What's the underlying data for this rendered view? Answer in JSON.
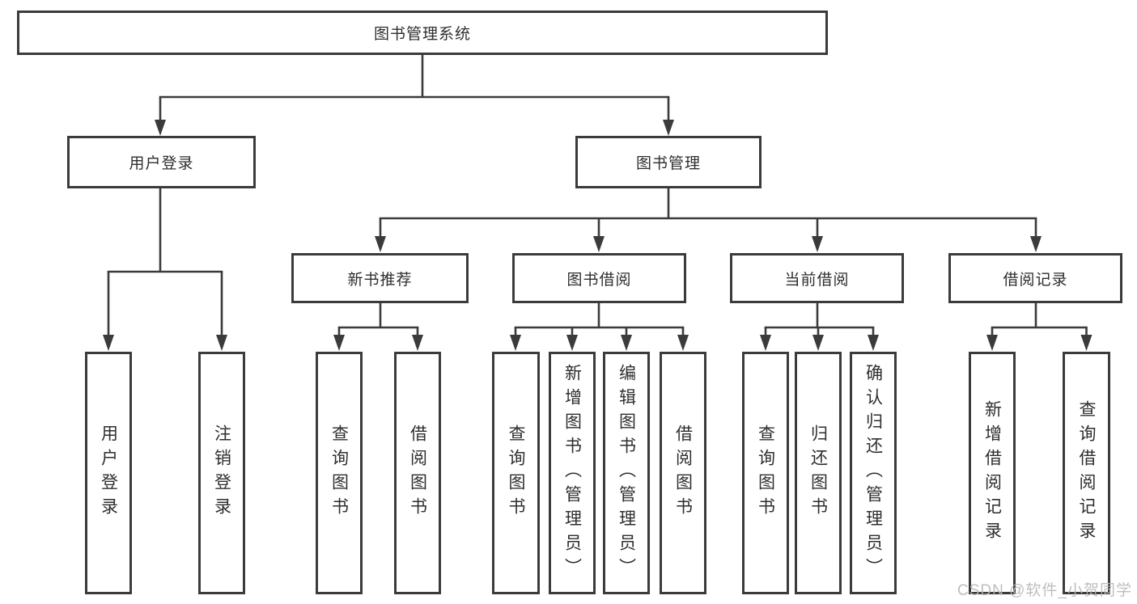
{
  "diagram": {
    "root": {
      "label": "图书管理系统",
      "children": [
        {
          "label": "用户登录",
          "children": [
            {
              "label": "用户登录"
            },
            {
              "label": "注销登录"
            }
          ]
        },
        {
          "label": "图书管理",
          "children": [
            {
              "label": "新书推荐",
              "children": [
                {
                  "label": "查询图书"
                },
                {
                  "label": "借阅图书"
                }
              ]
            },
            {
              "label": "图书借阅",
              "children": [
                {
                  "label": "查询图书"
                },
                {
                  "label": "新增图书（管理员）"
                },
                {
                  "label": "编辑图书（管理员）"
                },
                {
                  "label": "借阅图书"
                }
              ]
            },
            {
              "label": "当前借阅",
              "children": [
                {
                  "label": "查询图书"
                },
                {
                  "label": "归还图书"
                },
                {
                  "label": "确认归还（管理员）"
                }
              ]
            },
            {
              "label": "借阅记录",
              "children": [
                {
                  "label": "新增借阅记录"
                },
                {
                  "label": "查询借阅记录"
                }
              ]
            }
          ]
        }
      ]
    }
  },
  "watermark": {
    "text": "CSDN @软件_小贺同学"
  },
  "colors": {
    "line": "#3b3b3b",
    "box_border": "#3b3b3b",
    "text": "#2e2e2e",
    "background": "#ffffff",
    "watermark_text": "#b9b9b9"
  }
}
